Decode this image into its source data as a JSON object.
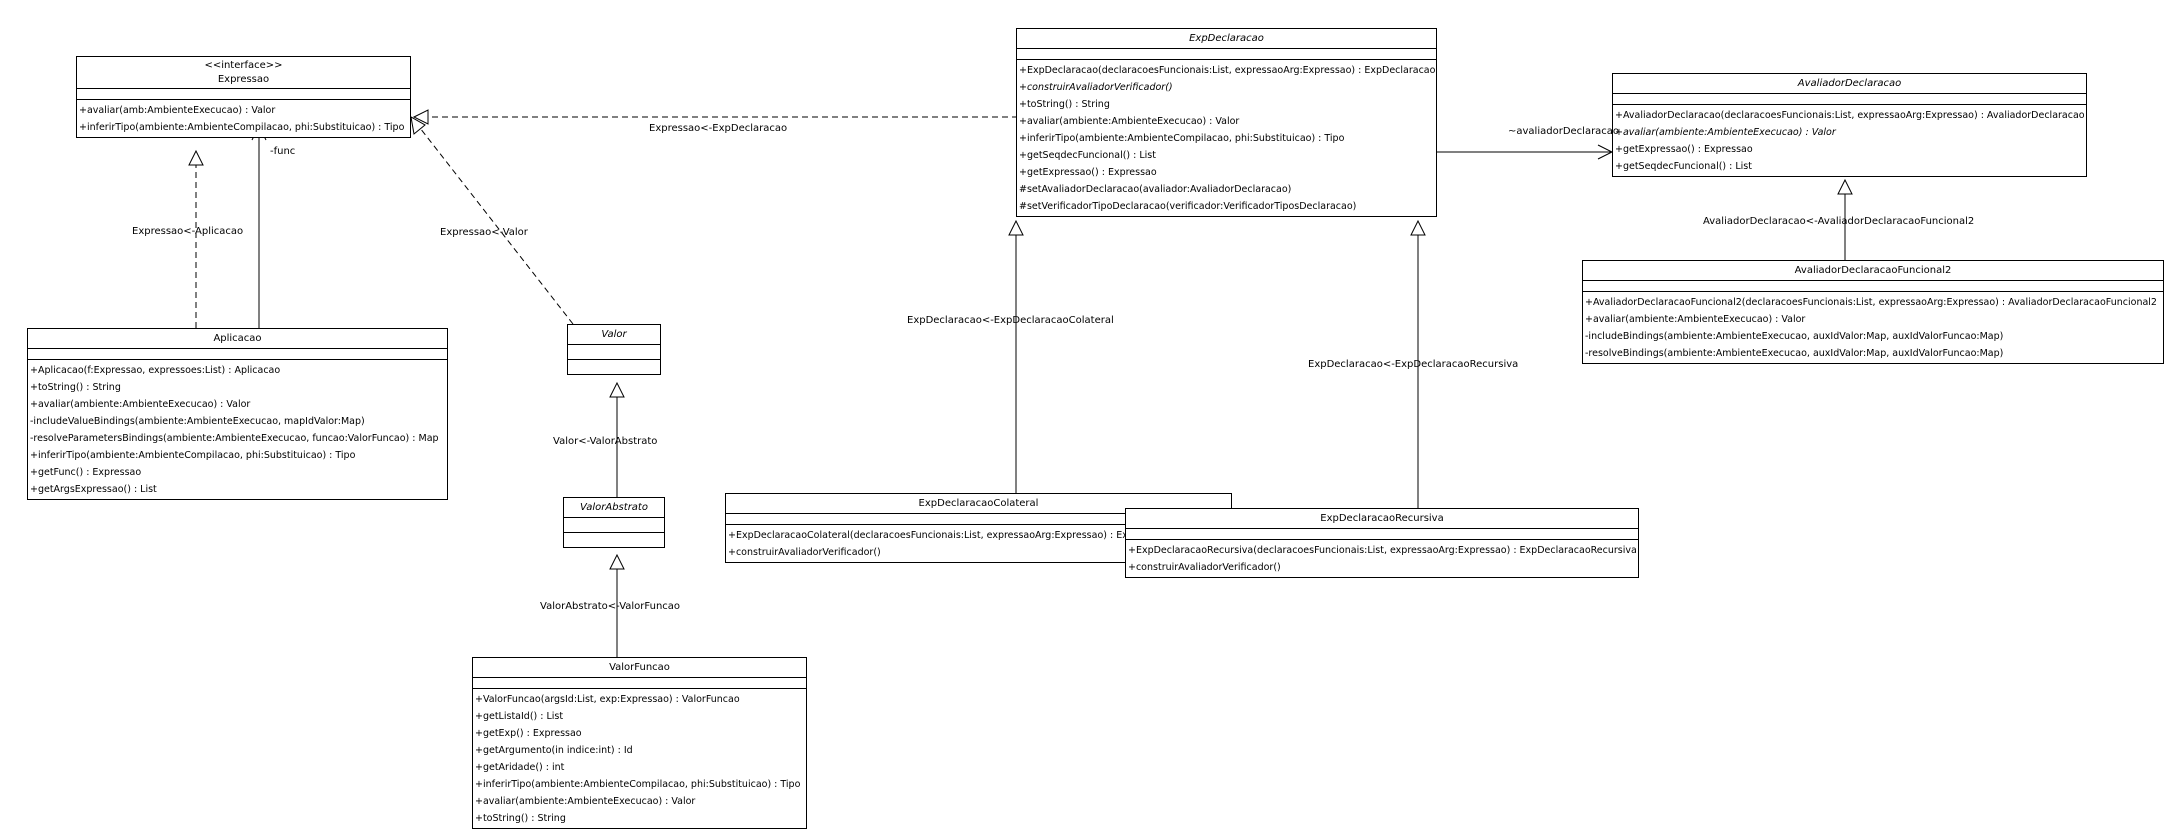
{
  "classes": {
    "expressao": {
      "stereotype": "<<interface>>",
      "name": "Expressao",
      "ops": [
        "+avaliar(amb:AmbienteExecucao) : Valor",
        "+inferirTipo(ambiente:AmbienteCompilacao, phi:Substituicao) : Tipo"
      ]
    },
    "aplicacao": {
      "name": "Aplicacao",
      "ops": [
        "+Aplicacao(f:Expressao, expressoes:List) : Aplicacao",
        "+toString() : String",
        "+avaliar(ambiente:AmbienteExecucao) : Valor",
        "-includeValueBindings(ambiente:AmbienteExecucao, mapIdValor:Map)",
        "-resolveParametersBindings(ambiente:AmbienteExecucao, funcao:ValorFuncao) : Map",
        "+inferirTipo(ambiente:AmbienteCompilacao, phi:Substituicao) : Tipo",
        "+getFunc() : Expressao",
        "+getArgsExpressao() : List"
      ]
    },
    "valor": {
      "name": "Valor"
    },
    "valorAbstrato": {
      "name": "ValorAbstrato"
    },
    "valorFuncao": {
      "name": "ValorFuncao",
      "ops": [
        "+ValorFuncao(argsId:List, exp:Expressao) : ValorFuncao",
        "+getListaId() : List",
        "+getExp() : Expressao",
        "+getArgumento(in indice:int) : Id",
        "+getAridade() : int",
        "+inferirTipo(ambiente:AmbienteCompilacao, phi:Substituicao) : Tipo",
        "+avaliar(ambiente:AmbienteExecucao) : Valor",
        "+toString() : String"
      ]
    },
    "expDeclaracao": {
      "name": "ExpDeclaracao",
      "ops": [
        "+ExpDeclaracao(declaracoesFuncionais:List, expressaoArg:Expressao) : ExpDeclaracao",
        "+construirAvaliadorVerificador()",
        "+toString() : String",
        "+avaliar(ambiente:AmbienteExecucao) : Valor",
        "+inferirTipo(ambiente:AmbienteCompilacao, phi:Substituicao) : Tipo",
        "+getSeqdecFuncional() : List",
        "+getExpressao() : Expressao",
        "#setAvaliadorDeclaracao(avaliador:AvaliadorDeclaracao)",
        "#setVerificadorTipoDeclaracao(verificador:VerificadorTiposDeclaracao)"
      ]
    },
    "expDeclaracaoColateral": {
      "name": "ExpDeclaracaoColateral",
      "ops": [
        "+ExpDeclaracaoColateral(declaracoesFuncionais:List, expressaoArg:Expressao) : ExpDeclaracaoColateral",
        "+construirAvaliadorVerificador()"
      ]
    },
    "expDeclaracaoRecursiva": {
      "name": "ExpDeclaracaoRecursiva",
      "ops": [
        "+ExpDeclaracaoRecursiva(declaracoesFuncionais:List, expressaoArg:Expressao) : ExpDeclaracaoRecursiva",
        "+construirAvaliadorVerificador()"
      ]
    },
    "avaliadorDeclaracao": {
      "name": "AvaliadorDeclaracao",
      "ops": [
        "+AvaliadorDeclaracao(declaracoesFuncionais:List, expressaoArg:Expressao) : AvaliadorDeclaracao",
        "+avaliar(ambiente:AmbienteExecucao) : Valor",
        "+getExpressao() : Expressao",
        "+getSeqdecFuncional() : List"
      ]
    },
    "avaliadorDeclaracaoFuncional2": {
      "name": "AvaliadorDeclaracaoFuncional2",
      "ops": [
        "+AvaliadorDeclaracaoFuncional2(declaracoesFuncionais:List, expressaoArg:Expressao) : AvaliadorDeclaracaoFuncional2",
        "+avaliar(ambiente:AmbienteExecucao) : Valor",
        "-includeBindings(ambiente:AmbienteExecucao, auxIdValor:Map, auxIdValorFuncao:Map)",
        "-resolveBindings(ambiente:AmbienteExecucao, auxIdValor:Map, auxIdValorFuncao:Map)"
      ]
    }
  },
  "labels": {
    "expAplicacao": "Expressao<-Aplicacao",
    "func": "-func",
    "expValor": "Expressao<-Valor",
    "expExpDecl": "Expressao<-ExpDeclaracao",
    "avaliadorDeclaracao": "~avaliadorDeclaracao",
    "avalFunc2": "AvaliadorDeclaracao<-AvaliadorDeclaracaoFuncional2",
    "colateral": "ExpDeclaracao<-ExpDeclaracaoColateral",
    "recursiva": "ExpDeclaracao<-ExpDeclaracaoRecursiva",
    "valorAbstrato": "Valor<-ValorAbstrato",
    "valorFuncao": "ValorAbstrato<-ValorFuncao"
  }
}
